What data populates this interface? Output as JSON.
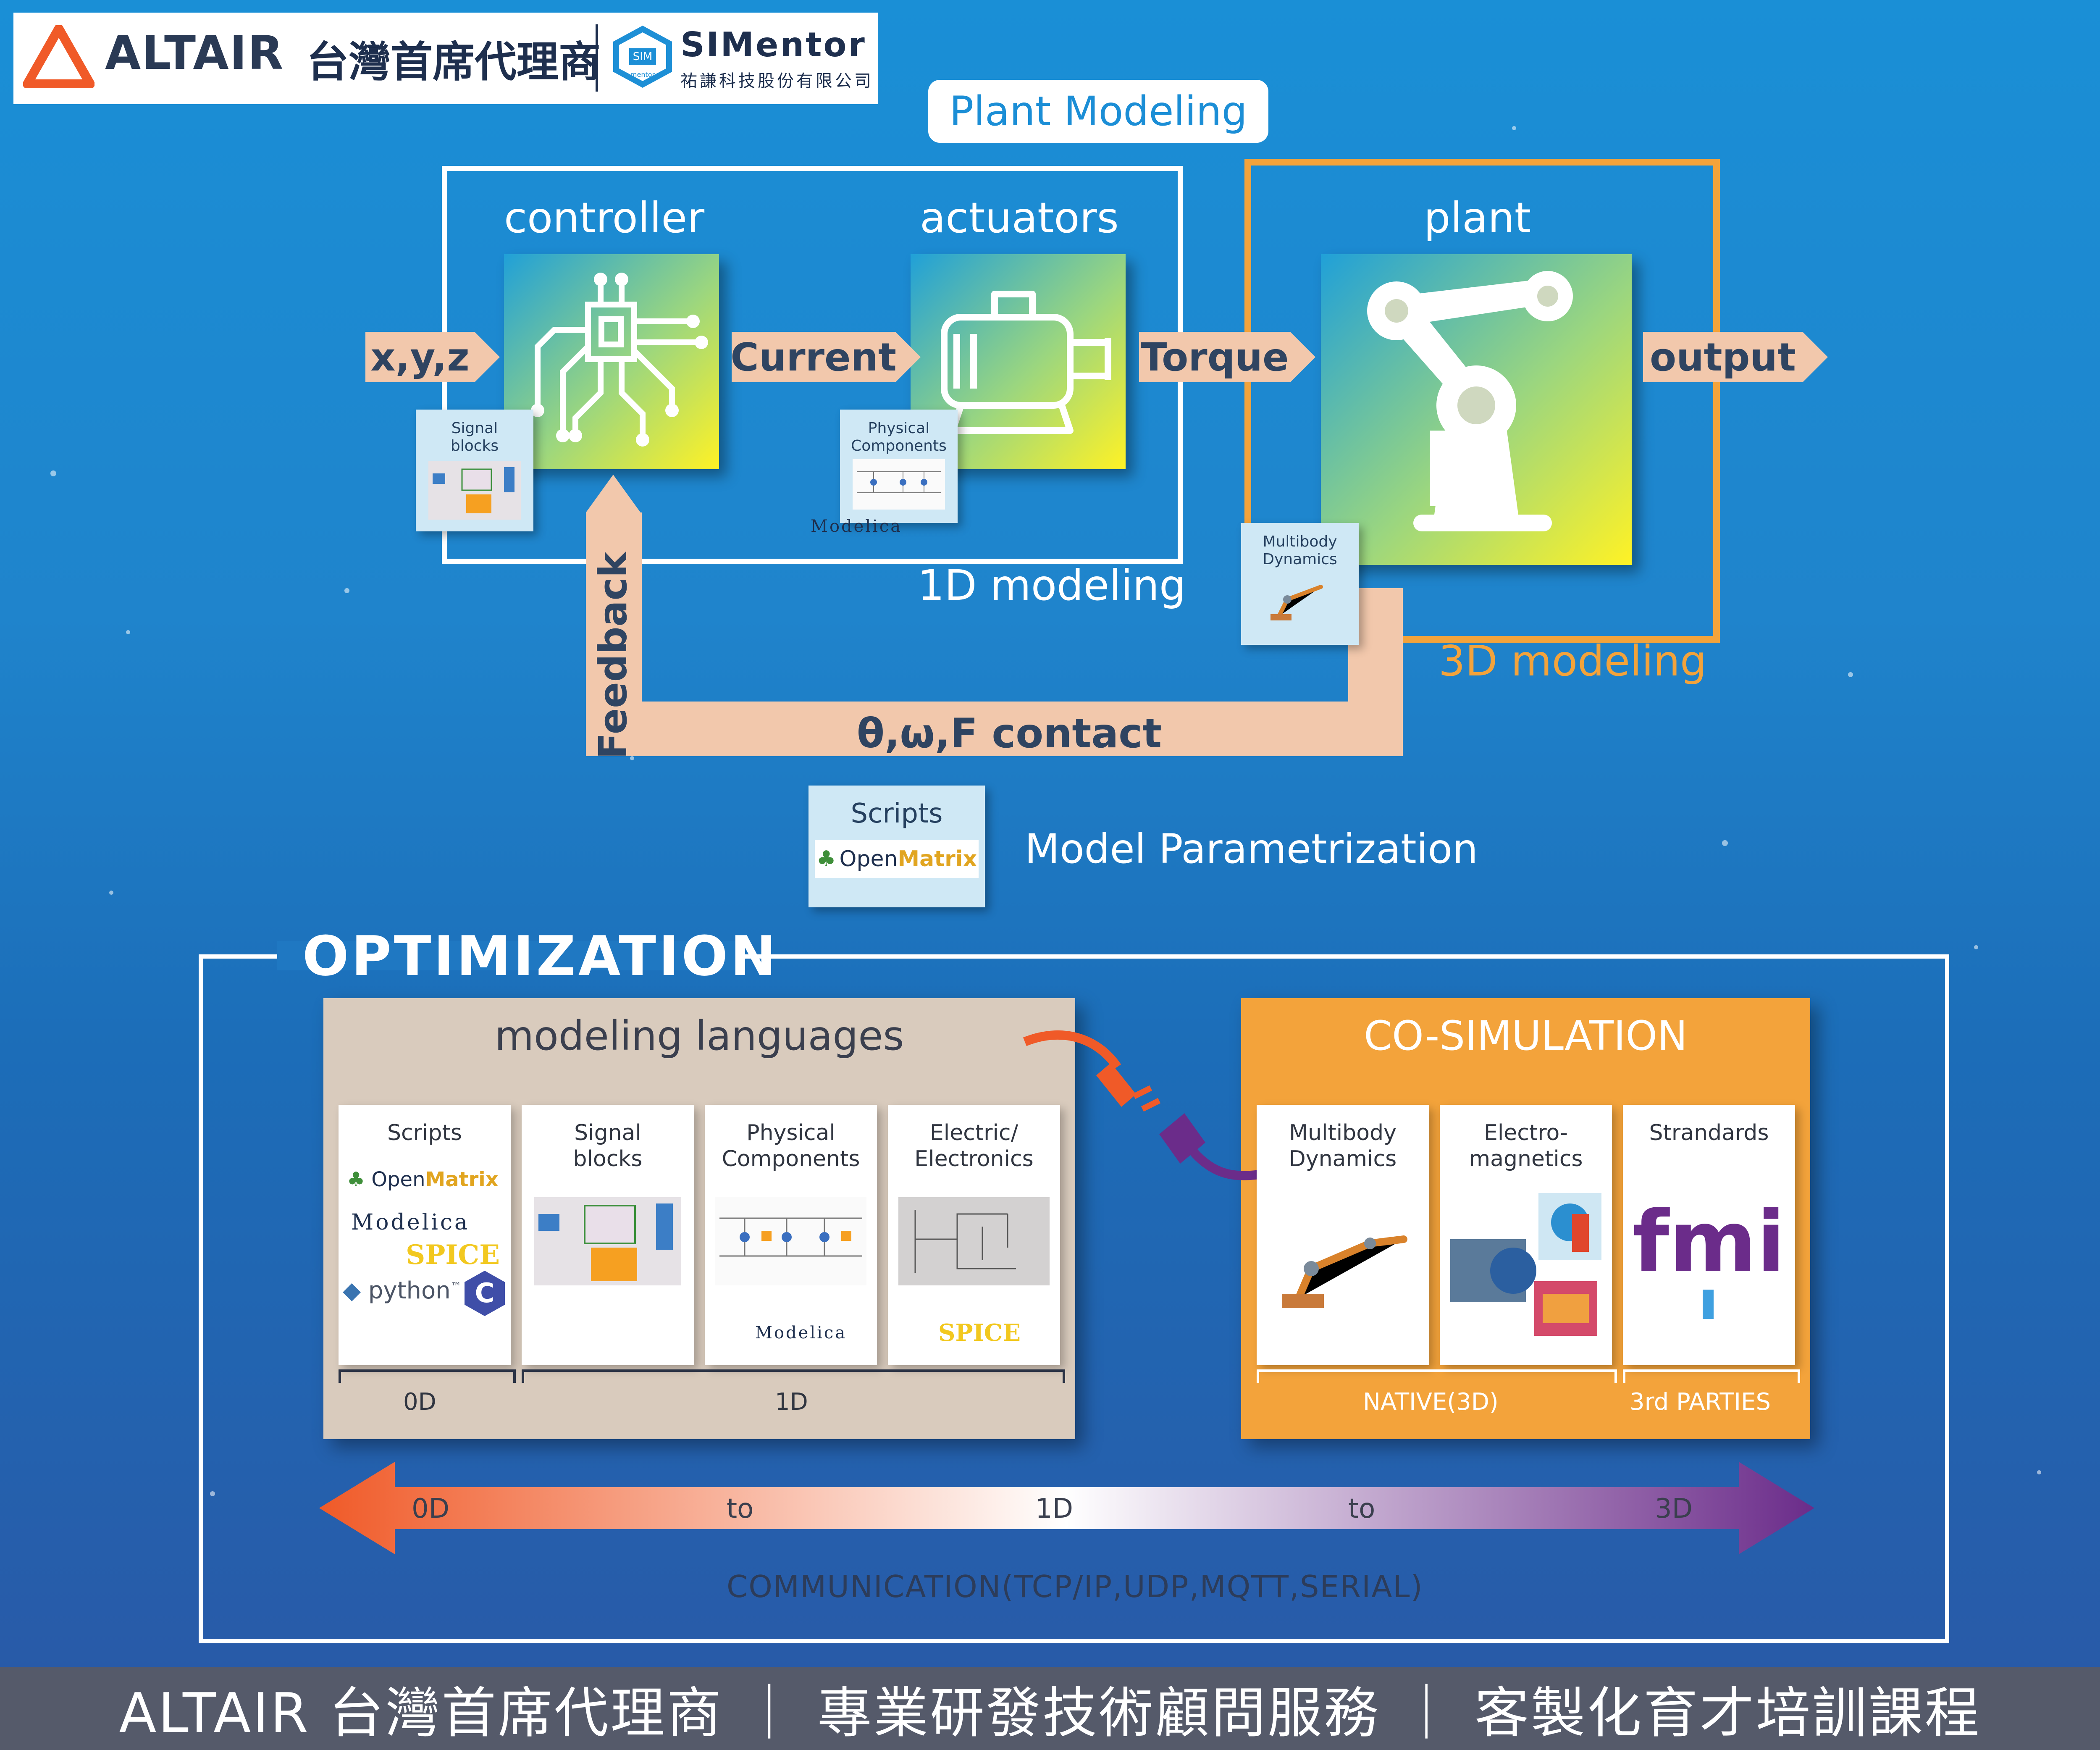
{
  "header": {
    "altair_name": "ALTAIR",
    "altair_tagline": "台灣首席代理商",
    "partner_mark": "SIM",
    "partner_name": "SIMentor",
    "partner_cn": "祐謙科技股份有限公司",
    "partner_sub": "mentor"
  },
  "plant_modeling": "Plant Modeling",
  "loop": {
    "controller": "controller",
    "actuators": "actuators",
    "plant": "plant",
    "input": "x,y,z",
    "current": "Current",
    "torque": "Torque",
    "output": "output",
    "feedback": "Feedback",
    "feedback_signal": "θ,ω,F contact",
    "modeling_1d": "1D modeling",
    "modeling_3d": "3D modeling"
  },
  "thumbs": {
    "signal_blocks": "Signal\nblocks",
    "physical_components": "Physical\nComponents",
    "modelica": "Modelica",
    "multibody": "Multibody\nDynamics"
  },
  "scripts_box": {
    "title": "Scripts",
    "openmatrix_open": "Open",
    "openmatrix_matrix": "Matrix"
  },
  "model_parametrization": "Model Parametrization",
  "optimization": {
    "title": "OPTIMIZATION",
    "modeling_languages": "modeling languages",
    "co_simulation": "CO-SIMULATION",
    "cards_ml": [
      {
        "title": "Scripts"
      },
      {
        "title": "Signal\nblocks"
      },
      {
        "title": "Physical\nComponents"
      },
      {
        "title": "Electric/\nElectronics"
      }
    ],
    "cards_cs": [
      {
        "title": "Multibody\nDynamics"
      },
      {
        "title": "Electro-\nmagnetics"
      },
      {
        "title": "Strandards"
      }
    ],
    "script_logos": {
      "openmatrix_open": "Open",
      "openmatrix_matrix": "Matrix",
      "modelica": "Modelica",
      "spice": "SPICE",
      "python": "python",
      "python_tm": "™",
      "c": "C"
    },
    "physical_logo": "Modelica",
    "electric_logo": "SPICE",
    "fmi_logo": "fmi",
    "dim_0d": "0D",
    "dim_1d": "1D",
    "native": "NATIVE(3D)",
    "third_parties": "3rd PARTIES"
  },
  "spectrum": {
    "labels": [
      "0D",
      "to",
      "1D",
      "to",
      "3D"
    ],
    "communication": "COMMUNICATION(TCP/IP,UDP,MQTT,SERIAL)"
  },
  "footer": {
    "text": "ALTAIR 台灣首席代理商 ｜ 專業研發技術顧問服務 ｜ 客製化育才培訓課程"
  },
  "colors": {
    "accent_orange": "#f3a33b",
    "arrow_peach": "#f2c8ac",
    "background_blue": "#1a8fd6",
    "footer_gray": "#555a6a",
    "dark_text": "#2f4461"
  }
}
